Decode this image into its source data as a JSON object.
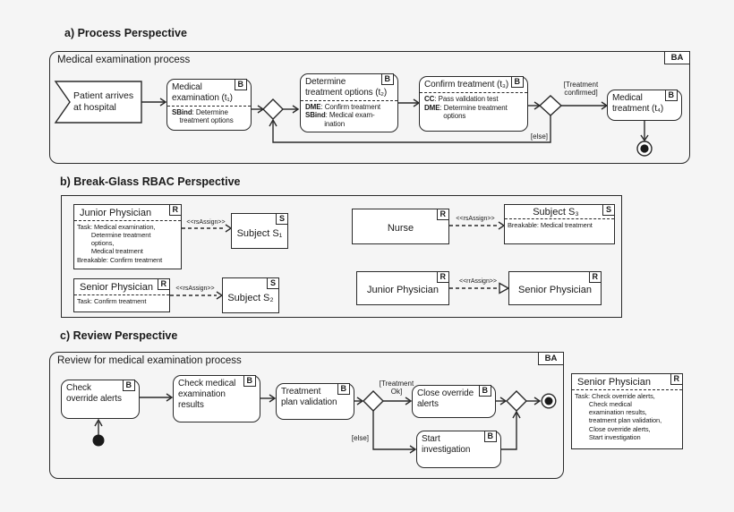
{
  "colors": {
    "background": "#f5f5f5",
    "ink": "#1a1a1a",
    "node_fill": "#ffffff"
  },
  "a": {
    "heading": "a) Process Perspective",
    "frame_label": "Medical examination process",
    "frame_badge": "BA",
    "start_event": "Patient arrives\nat hospital",
    "t1": {
      "badge": "B",
      "title": "Medical\nexamination (t₁)",
      "l1k": "SBind",
      "l1v": ": Determine\n    treatment options"
    },
    "t2": {
      "badge": "B",
      "title": "Determine\ntreatment options (t₂)",
      "l1k": "DME",
      "l1v": ": Confirm treatment",
      "l2k": "SBind",
      "l2v": ": Medical exam-\n          ination"
    },
    "t3": {
      "badge": "B",
      "title": "Confirm treatment (t₃)",
      "l1k": "CC",
      "l1v": ": Pass validation test",
      "l2k": "DME",
      "l2v": ": Determine treatment\n          options"
    },
    "t4": {
      "badge": "B",
      "title": "Medical\ntreatment (t₄)"
    },
    "guard_confirmed": "[Treatment\nconfirmed]",
    "guard_else": "[else]"
  },
  "b": {
    "heading": "b) Break-Glass RBAC Perspective",
    "stereo_rs": "<<rsAssign>>",
    "stereo_rr": "<<rrAssign>>",
    "junior1": {
      "badge": "R",
      "title": "Junior Physician",
      "body": "Task: Medical examination,\n        Determine treatment\n        options,\n        Medical treatment\nBreakable: Confirm treatment"
    },
    "subject1": {
      "badge": "S",
      "title": "Subject S₁"
    },
    "senior1": {
      "badge": "R",
      "title": "Senior Physician",
      "body": "Task: Confirm treatment"
    },
    "subject2": {
      "badge": "S",
      "title": "Subject S₂"
    },
    "nurse": {
      "badge": "R",
      "title": "Nurse"
    },
    "subject3": {
      "badge": "S",
      "title": "Subject S₃",
      "body": "Breakable: Medical treatment"
    },
    "junior2": {
      "badge": "R",
      "title": "Junior Physician"
    },
    "senior2": {
      "badge": "R",
      "title": "Senior Physician"
    }
  },
  "c": {
    "heading": "c) Review Perspective",
    "frame_label": "Review for medical examination process",
    "frame_badge": "BA",
    "t1": {
      "badge": "B",
      "title": "Check\noverride alerts"
    },
    "t2": {
      "badge": "B",
      "title": "Check medical\nexamination\nresults"
    },
    "t3": {
      "badge": "B",
      "title": "Treatment\nplan validation"
    },
    "t4": {
      "badge": "B",
      "title": "Close override\nalerts"
    },
    "t5": {
      "badge": "B",
      "title": "Start\ninvestigation"
    },
    "guard_ok": "[Treatment\nOk]",
    "guard_else": "[else]",
    "senior": {
      "badge": "R",
      "title": "Senior Physician",
      "body": "Task: Check override alerts,\n        Check medical\n        examination results,\n        treatment plan validation,\n        Close override alerts,\n        Start investigation"
    }
  }
}
